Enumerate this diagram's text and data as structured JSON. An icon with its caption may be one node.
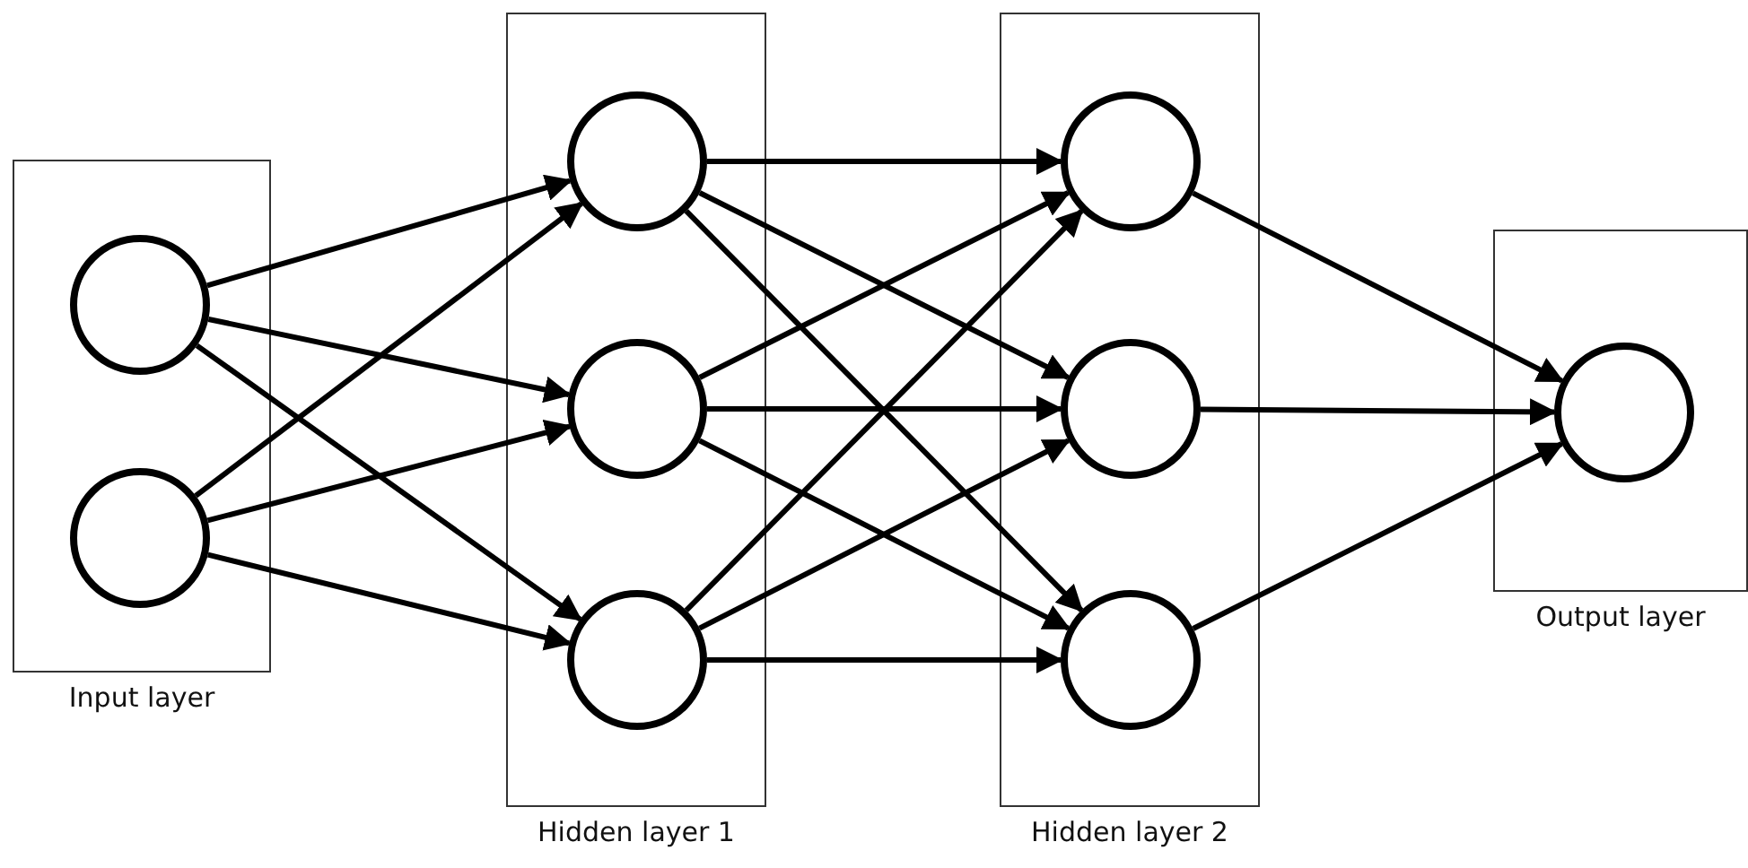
{
  "diagram": {
    "nodes": [
      {
        "text": [
          "Input layer"
        ]
      },
      {
        "text": [],
        "shape": "circle",
        "in": 0
      },
      {
        "text": [],
        "shape": "circle",
        "in": 0
      },
      {
        "text": [
          "Hidden layer 1"
        ]
      },
      {
        "text": [],
        "shape": "circle",
        "in": 3
      },
      {
        "text": [],
        "shape": "circle",
        "in": 3
      },
      {
        "text": [],
        "shape": "circle",
        "in": 3
      },
      {
        "text": [
          "Hidden layer 2"
        ]
      },
      {
        "text": [],
        "shape": "circle",
        "in": 7
      },
      {
        "text": [],
        "shape": "circle",
        "in": 7
      },
      {
        "text": [],
        "shape": "circle",
        "in": 7
      },
      {
        "text": [
          "Output layer"
        ]
      },
      {
        "text": [],
        "shape": "circle",
        "in": 11
      }
    ],
    "edges": [
      {
        "from": 1,
        "to": 4,
        "arrow": "to"
      },
      {
        "from": 1,
        "to": 5,
        "arrow": "to"
      },
      {
        "from": 1,
        "to": 6,
        "arrow": "to"
      },
      {
        "from": 2,
        "to": 4,
        "arrow": "to"
      },
      {
        "from": 2,
        "to": 5,
        "arrow": "to"
      },
      {
        "from": 2,
        "to": 6,
        "arrow": "to"
      },
      {
        "from": 4,
        "to": 8,
        "arrow": "to"
      },
      {
        "from": 4,
        "to": 9,
        "arrow": "to"
      },
      {
        "from": 4,
        "to": 10,
        "arrow": "to"
      },
      {
        "from": 5,
        "to": 8,
        "arrow": "to"
      },
      {
        "from": 5,
        "to": 9,
        "arrow": "to"
      },
      {
        "from": 5,
        "to": 10,
        "arrow": "to"
      },
      {
        "from": 6,
        "to": 8,
        "arrow": "to"
      },
      {
        "from": 6,
        "to": 9,
        "arrow": "to"
      },
      {
        "from": 6,
        "to": 10,
        "arrow": "to"
      },
      {
        "from": 8,
        "to": 12,
        "arrow": "to"
      },
      {
        "from": 9,
        "to": 12,
        "arrow": "to"
      },
      {
        "from": 10,
        "to": 12,
        "arrow": "to"
      }
    ]
  }
}
